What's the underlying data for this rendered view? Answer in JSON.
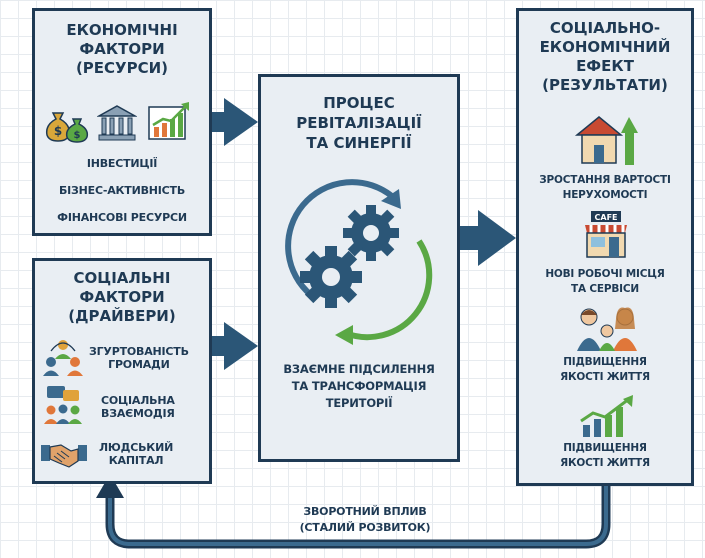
{
  "economic": {
    "title": "ЕКОНОМІЧНІ\nФАКТОРИ\n(РЕСУРСИ)",
    "items": [
      "ІНВЕСТИЦІЇ",
      "БІЗНЕС-АКТИВНІСТЬ",
      "ФІНАНСОВІ РЕСУРСИ"
    ]
  },
  "social": {
    "title": "СОЦІАЛЬНІ\nФАКТОРИ\n(ДРАЙВЕРИ)",
    "items": [
      "ЗГУРТОВАНІСТЬ\nГРОМАДИ",
      "СОЦІАЛЬНА\nВЗАЄМОДІЯ",
      "ЛЮДСЬКИЙ\nКАПІТАЛ"
    ]
  },
  "process": {
    "title": "ПРОЦЕС\nРЕВІТАЛІЗАЦІЇ\nТА СИНЕРГІЇ",
    "subtitle": "ВЗАЄМНЕ ПІДСИЛЕННЯ\nТА ТРАНСФОРМАЦІЯ\nТЕРИТОРІЇ"
  },
  "effect": {
    "title": "СОЦІАЛЬНО-\nЕКОНОМІЧНИЙ\nЕФЕКТ\n(РЕЗУЛЬТАТИ)",
    "items": [
      "ЗРОСТАННЯ ВАРТОСТІ\nНЕРУХОМОСТІ",
      "НОВІ РОБОЧІ МІСЦЯ\nТА СЕРВІСИ",
      "ПІДВИЩЕННЯ\nЯКОСТІ ЖИТТЯ",
      "ПІДВИЩЕННЯ\nЯКОСТІ ЖИТТЯ"
    ],
    "cafe_sign": "CAFE"
  },
  "feedback": {
    "label": "ЗВОРОТНИЙ ВПЛИВ\n(СТАЛИЙ РОЗВИТОК)"
  },
  "colors": {
    "navy": "#1f3a54",
    "panel": "#e9eef3",
    "arrow": "#2b5677",
    "green": "#5aa844"
  }
}
